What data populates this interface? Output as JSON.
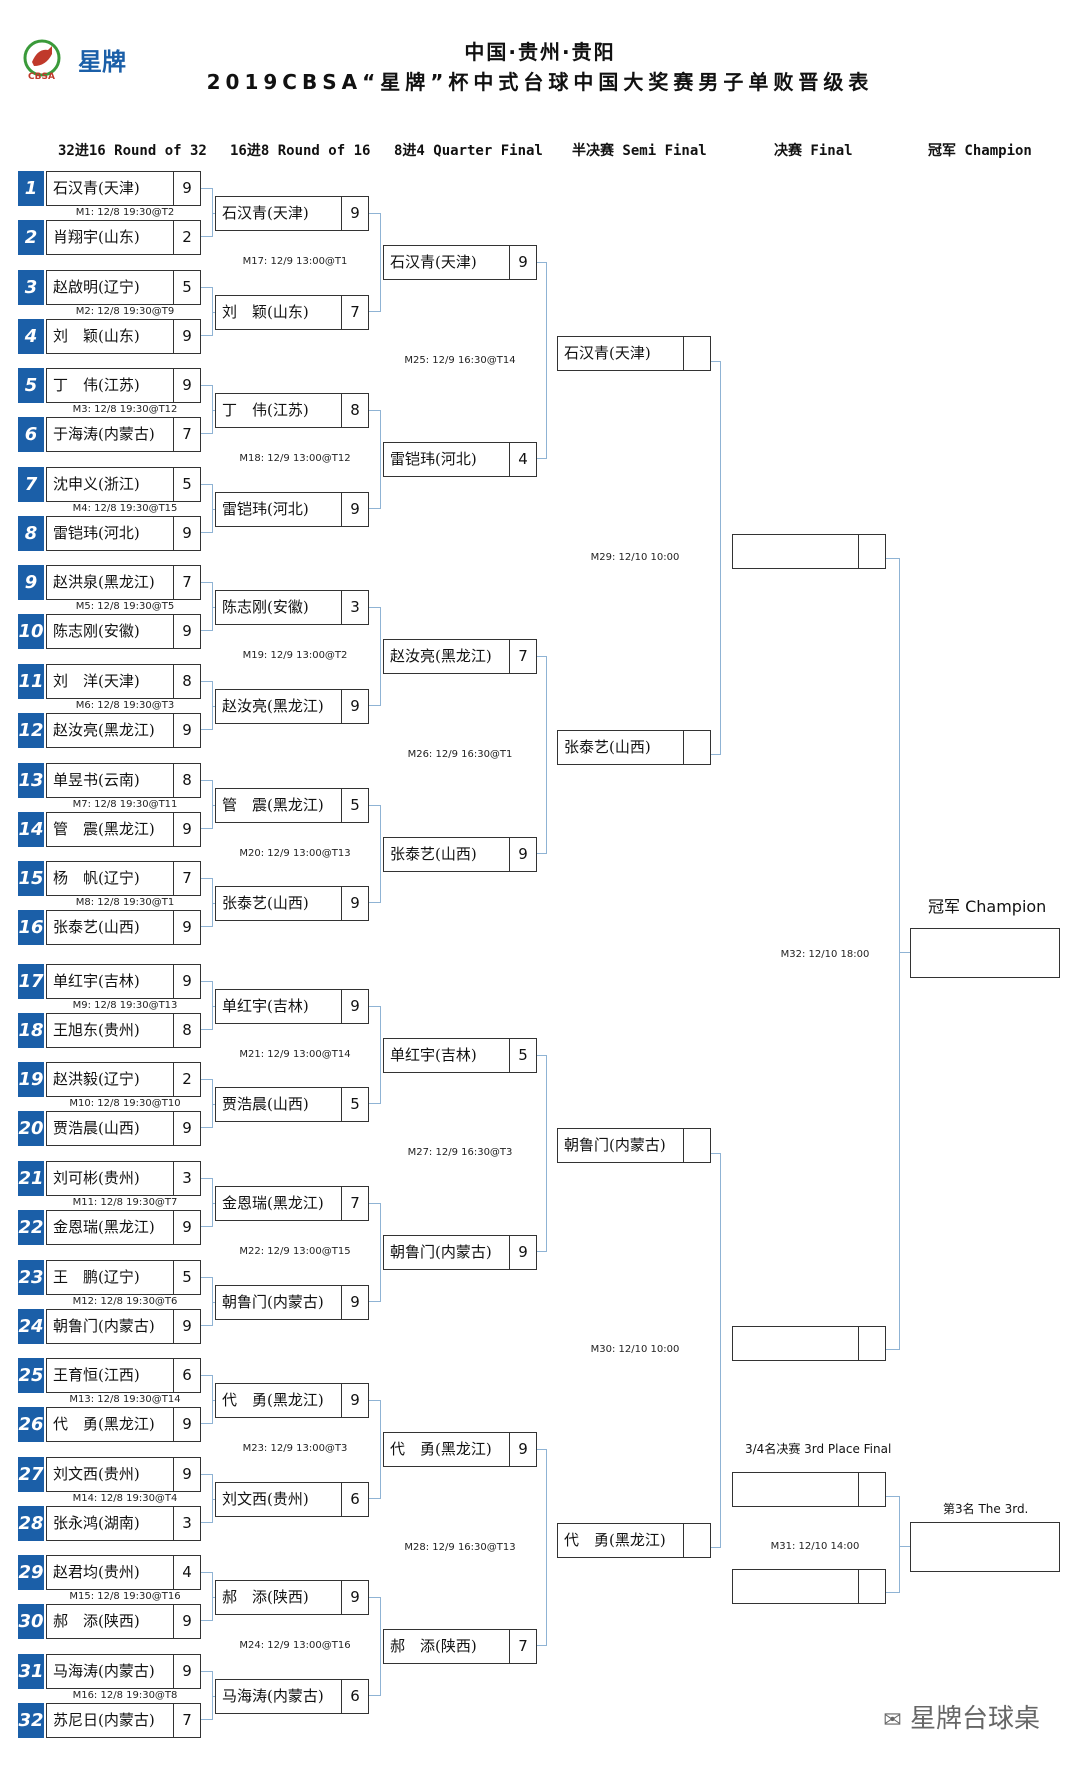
{
  "header": {
    "logo_text": "星牌",
    "logo_sub": "CBSA",
    "title_line1": "中国·贵州·贵阳",
    "title_line2": "2019CBSA“星牌”杯中式台球中国大奖赛男子单败晋级表"
  },
  "columns": {
    "r32": "32进16 Round of 32",
    "r16": "16进8 Round of 16",
    "qf": "8进4 Quarter Final",
    "sf": "半决赛 Semi Final",
    "final": "决赛 Final",
    "champion": "冠军 Champion"
  },
  "round32": [
    {
      "seed": "1",
      "name": "石汉青(天津)",
      "score": "9"
    },
    {
      "seed": "2",
      "name": "肖翔宇(山东)",
      "score": "2"
    },
    {
      "seed": "3",
      "name": "赵啟明(辽宁)",
      "score": "5"
    },
    {
      "seed": "4",
      "name": "刘　颖(山东)",
      "score": "9"
    },
    {
      "seed": "5",
      "name": "丁　伟(江苏)",
      "score": "9"
    },
    {
      "seed": "6",
      "name": "于海涛(内蒙古)",
      "score": "7"
    },
    {
      "seed": "7",
      "name": "沈申义(浙江)",
      "score": "5"
    },
    {
      "seed": "8",
      "name": "雷铠玮(河北)",
      "score": "9"
    },
    {
      "seed": "9",
      "name": "赵洪泉(黑龙江)",
      "score": "7"
    },
    {
      "seed": "10",
      "name": "陈志刚(安徽)",
      "score": "9"
    },
    {
      "seed": "11",
      "name": "刘　洋(天津)",
      "score": "8"
    },
    {
      "seed": "12",
      "name": "赵汝亮(黑龙江)",
      "score": "9"
    },
    {
      "seed": "13",
      "name": "单昱书(云南)",
      "score": "8"
    },
    {
      "seed": "14",
      "name": "管　震(黑龙江)",
      "score": "9"
    },
    {
      "seed": "15",
      "name": "杨　帆(辽宁)",
      "score": "7"
    },
    {
      "seed": "16",
      "name": "张泰艺(山西)",
      "score": "9"
    },
    {
      "seed": "17",
      "name": "单红宇(吉林)",
      "score": "9"
    },
    {
      "seed": "18",
      "name": "王旭东(贵州)",
      "score": "8"
    },
    {
      "seed": "19",
      "name": "赵洪毅(辽宁)",
      "score": "2"
    },
    {
      "seed": "20",
      "name": "贾浩晨(山西)",
      "score": "9"
    },
    {
      "seed": "21",
      "name": "刘可彬(贵州)",
      "score": "3"
    },
    {
      "seed": "22",
      "name": "金恩瑞(黑龙江)",
      "score": "9"
    },
    {
      "seed": "23",
      "name": "王　鹏(辽宁)",
      "score": "5"
    },
    {
      "seed": "24",
      "name": "朝鲁门(内蒙古)",
      "score": "9"
    },
    {
      "seed": "25",
      "name": "王育恒(江西)",
      "score": "6"
    },
    {
      "seed": "26",
      "name": "代　勇(黑龙江)",
      "score": "9"
    },
    {
      "seed": "27",
      "name": "刘文西(贵州)",
      "score": "9"
    },
    {
      "seed": "28",
      "name": "张永鸿(湖南)",
      "score": "3"
    },
    {
      "seed": "29",
      "name": "赵君均(贵州)",
      "score": "4"
    },
    {
      "seed": "30",
      "name": "郝　添(陕西)",
      "score": "9"
    },
    {
      "seed": "31",
      "name": "马海涛(内蒙古)",
      "score": "9"
    },
    {
      "seed": "32",
      "name": "苏尼日(内蒙古)",
      "score": "7"
    }
  ],
  "r32_matches": [
    "M1: 12/8 19:30@T2",
    "M2: 12/8 19:30@T9",
    "M3: 12/8 19:30@T12",
    "M4: 12/8 19:30@T15",
    "M5: 12/8 19:30@T5",
    "M6: 12/8 19:30@T3",
    "M7: 12/8 19:30@T11",
    "M8: 12/8 19:30@T1",
    "M9: 12/8 19:30@T13",
    "M10: 12/8 19:30@T10",
    "M11: 12/8 19:30@T7",
    "M12: 12/8 19:30@T6",
    "M13: 12/8 19:30@T14",
    "M14: 12/8 19:30@T4",
    "M15: 12/8 19:30@T16",
    "M16: 12/8 19:30@T8"
  ],
  "round16": [
    {
      "name": "石汉青(天津)",
      "score": "9"
    },
    {
      "name": "刘　颖(山东)",
      "score": "7"
    },
    {
      "name": "丁　伟(江苏)",
      "score": "8"
    },
    {
      "name": "雷铠玮(河北)",
      "score": "9"
    },
    {
      "name": "陈志刚(安徽)",
      "score": "3"
    },
    {
      "name": "赵汝亮(黑龙江)",
      "score": "9"
    },
    {
      "name": "管　震(黑龙江)",
      "score": "5"
    },
    {
      "name": "张泰艺(山西)",
      "score": "9"
    },
    {
      "name": "单红宇(吉林)",
      "score": "9"
    },
    {
      "name": "贾浩晨(山西)",
      "score": "5"
    },
    {
      "name": "金恩瑞(黑龙江)",
      "score": "7"
    },
    {
      "name": "朝鲁门(内蒙古)",
      "score": "9"
    },
    {
      "name": "代　勇(黑龙江)",
      "score": "9"
    },
    {
      "name": "刘文西(贵州)",
      "score": "6"
    },
    {
      "name": "郝　添(陕西)",
      "score": "9"
    },
    {
      "name": "马海涛(内蒙古)",
      "score": "6"
    }
  ],
  "r16_matches": [
    "M17: 12/9 13:00@T1",
    "M18: 12/9 13:00@T12",
    "M19: 12/9 13:00@T2",
    "M20: 12/9 13:00@T13",
    "M21: 12/9 13:00@T14",
    "M22: 12/9 13:00@T15",
    "M23: 12/9 13:00@T3",
    "M24: 12/9 13:00@T16"
  ],
  "quarter": [
    {
      "name": "石汉青(天津)",
      "score": "9"
    },
    {
      "name": "雷铠玮(河北)",
      "score": "4"
    },
    {
      "name": "赵汝亮(黑龙江)",
      "score": "7"
    },
    {
      "name": "张泰艺(山西)",
      "score": "9"
    },
    {
      "name": "单红宇(吉林)",
      "score": "5"
    },
    {
      "name": "朝鲁门(内蒙古)",
      "score": "9"
    },
    {
      "name": "代　勇(黑龙江)",
      "score": "9"
    },
    {
      "name": "郝　添(陕西)",
      "score": "7"
    }
  ],
  "qf_matches": [
    "M25: 12/9 16:30@T14",
    "M26: 12/9 16:30@T1",
    "M27: 12/9 16:30@T3",
    "M28: 12/9 16:30@T13"
  ],
  "semi": [
    {
      "name": "石汉青(天津)",
      "score": ""
    },
    {
      "name": "张泰艺(山西)",
      "score": ""
    },
    {
      "name": "朝鲁门(内蒙古)",
      "score": ""
    },
    {
      "name": "代　勇(黑龙江)",
      "score": ""
    }
  ],
  "sf_matches": [
    "M29: 12/10 10:00",
    "M30: 12/10 10:00"
  ],
  "final": [
    {
      "name": "",
      "score": ""
    },
    {
      "name": "",
      "score": ""
    }
  ],
  "final_match": "M32: 12/10 18:00",
  "third_place": {
    "label": "3/4名决赛 3rd Place Final",
    "match": "M31: 12/10 14:00",
    "slots": [
      {
        "name": "",
        "score": ""
      },
      {
        "name": "",
        "score": ""
      }
    ],
    "result_label": "第3名  The 3rd."
  },
  "champion_label": "冠军 Champion",
  "watermark": "星牌台球桌",
  "colors": {
    "seed_bg": "#1b5fa8",
    "connector": "#8fb3d4",
    "border": "#333333"
  }
}
